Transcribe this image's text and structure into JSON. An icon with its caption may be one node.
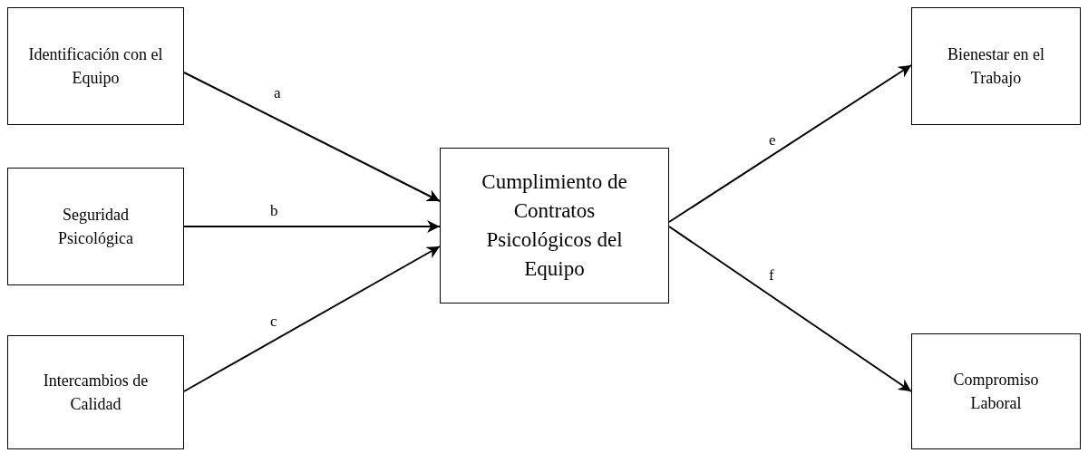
{
  "diagram": {
    "nodes": [
      {
        "text": [
          "Identificación con el Equipo"
        ]
      },
      {
        "text": [
          "Seguridad Psicológica"
        ]
      },
      {
        "text": [
          "Intercambios de Calidad"
        ]
      },
      {
        "text": [
          "Cumplimiento de Contratos Psicológicos del Equipo"
        ]
      },
      {
        "text": [
          "Bienestar en el Trabajo"
        ]
      },
      {
        "text": [
          "Compromiso Laboral"
        ]
      }
    ],
    "edges": [
      {
        "from": 0,
        "to": 3,
        "arrow": "to",
        "label": "a"
      },
      {
        "from": 1,
        "to": 3,
        "arrow": "to",
        "label": "b"
      },
      {
        "from": 2,
        "to": 3,
        "arrow": "to",
        "label": "c"
      },
      {
        "from": 3,
        "to": 4,
        "arrow": "to",
        "label": "e"
      },
      {
        "from": 3,
        "to": 5,
        "arrow": "to",
        "label": "f"
      }
    ]
  }
}
